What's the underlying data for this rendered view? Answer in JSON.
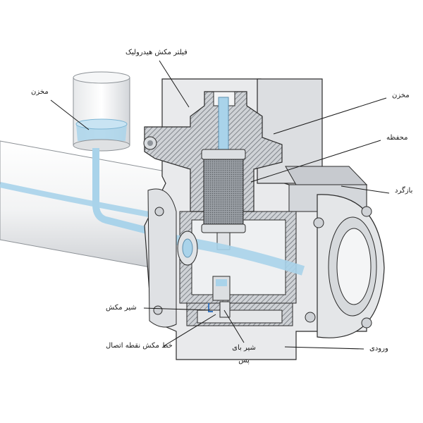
{
  "labels": {
    "filter": "فیلتر مکش هیدرولیک",
    "reservoir_left": "مخزن",
    "reservoir_right": "مخزن",
    "cover": "محفظه",
    "return": "بازگرد",
    "suction_valve": "شیر مکش",
    "junction_line": "خط مکش نقطه اتصال",
    "bypass_valve": "شیر بای پس",
    "inlet": "ورودی"
  },
  "colors": {
    "fluid": "#a9d3ea",
    "metal_light": "#e9eaec",
    "metal_mid": "#cfd2d6",
    "metal_dark": "#9ea3a9",
    "section_hatch": "#6d7278",
    "filter_element": "#8a8f95",
    "outline": "#2b2b2b"
  }
}
